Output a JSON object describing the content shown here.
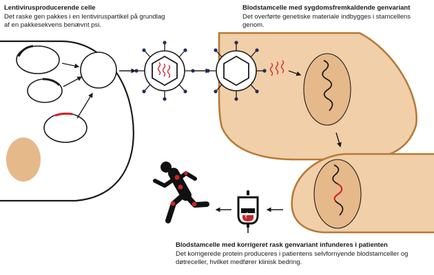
{
  "captions": {
    "lentivirus": {
      "title": "Lentivirusproducerende celle",
      "body": "Det raske gen pakkes i en lentiviruspartikel på grundlag af en pakkesekvens benævnt psi."
    },
    "stemcell": {
      "title": "Blodstamcelle med sygdomsfremkaldende genvariant",
      "body": "Det overførte genetiske materiale indbygges i stamcellens genom."
    },
    "corrected": {
      "title": "Blodstamcelle med korrigeret rask genvariant infunderes i patienten",
      "body": "Det korrigerede protein produceres i patientens selvfornyende blodstamceller og døtreceller, hvilket medfører klinisk bedring."
    }
  },
  "colors": {
    "cell_fill": "#f1cfa8",
    "cell_border": "#b87935",
    "nucleus_fill": "#e6b98a",
    "gene_red": "#d2232a",
    "figure_black": "#111111",
    "joint_red": "#c8242b",
    "outline": "#1a1a1a"
  },
  "icons": [
    "plasmid-icon",
    "virus-particle-icon",
    "running-person-icon",
    "infusion-bag-icon"
  ]
}
